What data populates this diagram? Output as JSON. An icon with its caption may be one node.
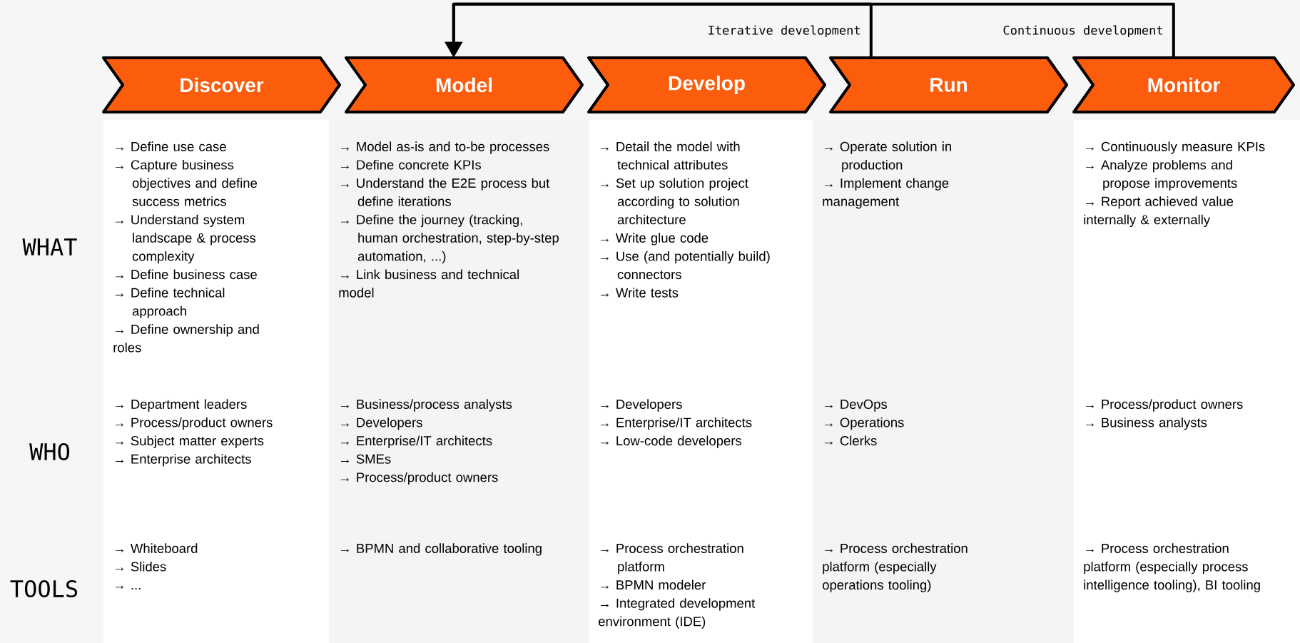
{
  "diagram": {
    "nodes": [
      {
        "text": [
          "Discover"
        ]
      },
      {
        "text": [
          "Model"
        ]
      },
      {
        "text": [
          "Develop"
        ]
      },
      {
        "text": [
          "Run"
        ]
      },
      {
        "text": [
          "Monitor"
        ]
      },
      {
        "text": [
          "→ Define use case",
          "→ Capture business objectives and define success metrics",
          "→ Understand system landscape & process complexity",
          "→ Define business case",
          "→ Define technical approach",
          "→ Define ownership and roles"
        ]
      },
      {
        "text": [
          "→ Model as-is and to-be processes",
          "→ Define concrete KPIs",
          "→ Understand the E2E process but define iterations",
          "→ Define the journey (tracking, human orchestration, step-by-step automation, ...)",
          "→ Link business and technical model"
        ]
      },
      {
        "text": [
          "→ Detail the model with technical attributes",
          "→ Set up solution project according to solution architecture",
          "→ Write glue code",
          "→ Use (and potentially build) connectors",
          "→ Write tests"
        ]
      },
      {
        "text": [
          "→ Operate solution in production",
          "→ Implement change management"
        ]
      },
      {
        "text": [
          "→ Continuously measure KPIs",
          "→ Analyze problems and propose improvements",
          "→ Report achieved value internally & externally"
        ]
      },
      {
        "text": [
          "→ Department leaders",
          "→ Process/product owners",
          "→ Subject matter experts",
          "→ Enterprise architects"
        ]
      },
      {
        "text": [
          "→ Business/process analysts",
          "→ Developers",
          "→ Enterprise/IT architects",
          "→ SMEs",
          "→ Process/product owners"
        ]
      },
      {
        "text": [
          "→ Developers",
          "→ Enterprise/IT architects",
          "→ Low-code developers"
        ]
      },
      {
        "text": [
          "→ DevOps",
          "→ Operations",
          "→ Clerks"
        ]
      },
      {
        "text": [
          "→ Process/product owners",
          "→ Business analysts"
        ]
      },
      {
        "text": [
          "→ Whiteboard",
          "→ Slides",
          "→ ..."
        ]
      },
      {
        "text": [
          "→ BPMN and collaborative tooling"
        ]
      },
      {
        "text": [
          "→ Process orchestration platform",
          "→ BPMN modeler",
          "→ Integrated development environment (IDE)"
        ]
      },
      {
        "text": [
          "→ Process orchestration platform (especially operations tooling)"
        ]
      },
      {
        "text": [
          "→ Process orchestration platform (especially process intelligence tooling), BI tooling"
        ]
      }
    ],
    "edges": [
      {
        "from": 3,
        "to": 1,
        "arrow": "to",
        "label": "Iterative development"
      },
      {
        "from": 4,
        "to": 1,
        "arrow": "to",
        "label": "Continuous development"
      }
    ],
    "labels": [
      "WHAT",
      "WHO",
      "TOOLS"
    ]
  }
}
